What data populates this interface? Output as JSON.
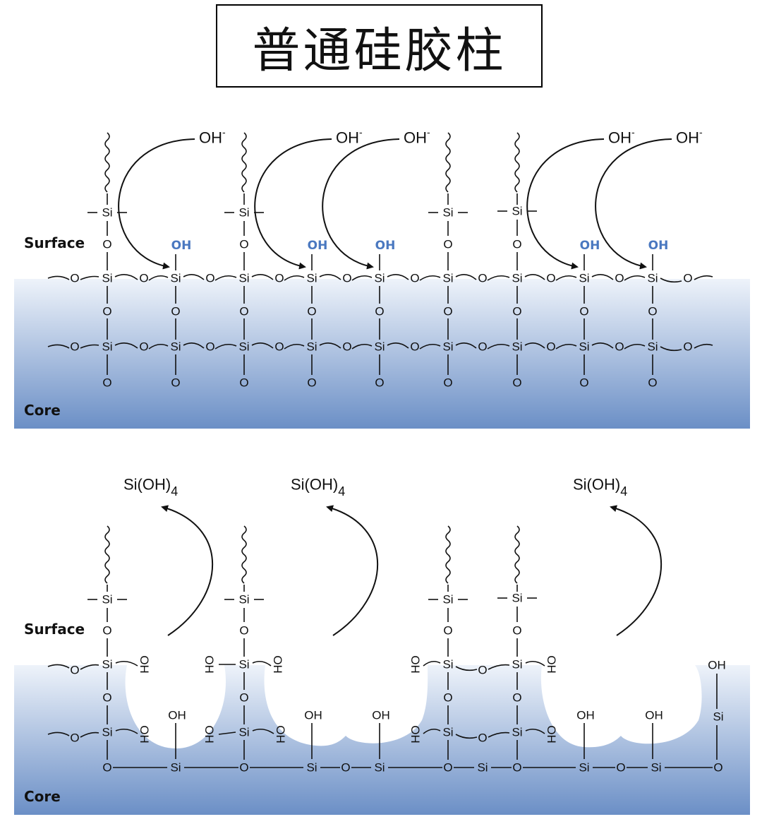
{
  "title": "普通硅胶柱",
  "labels": {
    "surface": "Surface",
    "core": "Core"
  },
  "atoms": {
    "si": "Si",
    "o": "O",
    "oh": "OH",
    "ho": "HO"
  },
  "ions": {
    "hydroxide": "OH",
    "hydroxide_charge": "-",
    "silicic_acid": "Si(OH)",
    "silicic_acid_subscript": "4"
  },
  "colors": {
    "substrate_top": "#e9eff8",
    "substrate_bottom": "#6f93c9",
    "silanol_highlight": "#4a78c0"
  }
}
